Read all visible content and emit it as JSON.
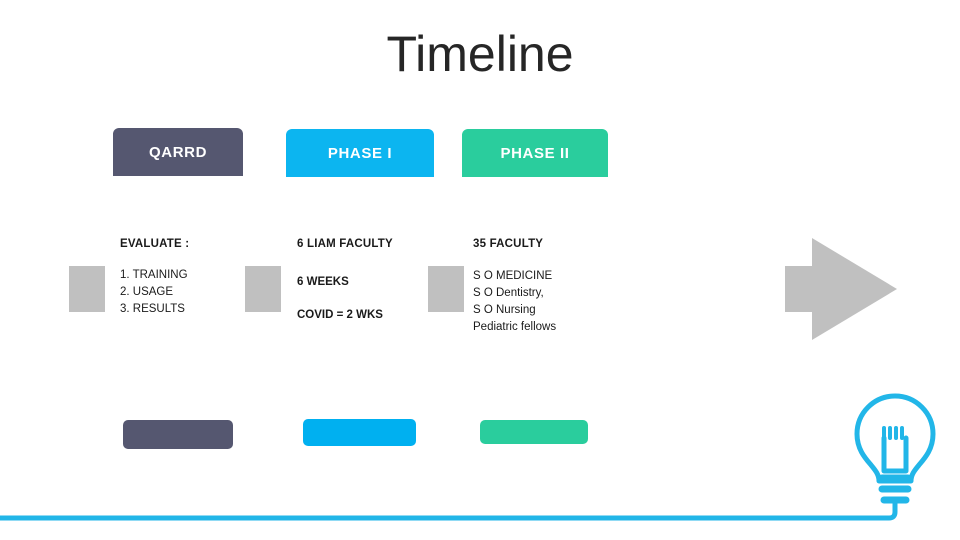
{
  "slide": {
    "title": "Timeline",
    "background_color": "#FFFFFF"
  },
  "colors": {
    "qarrd": "#555770",
    "phase_one": "#0CB5F0",
    "phase_two": "#2ACD9D",
    "arrow_gray": "#C0C0C0",
    "accent_cyan": "#22B6E8",
    "title_text": "#262626",
    "body_text": "#1A1A1A"
  },
  "phases": [
    {
      "label": "QARRD",
      "color": "#555770"
    },
    {
      "label": "PHASE I",
      "color": "#0CB5F0"
    },
    {
      "label": "PHASE II",
      "color": "#2ACD9D"
    }
  ],
  "columns": [
    {
      "heading": "EVALUATE :",
      "heading_bold": true,
      "lines": [
        {
          "text": "1. TRAINING",
          "bold": false
        },
        {
          "text": "2. USAGE",
          "bold": false
        },
        {
          "text": "3. RESULTS",
          "bold": false
        }
      ]
    },
    {
      "heading": "6 LIAM FACULTY",
      "heading_bold": true,
      "lines": [
        {
          "text": "6 WEEKS",
          "bold": true
        },
        {
          "text": "COVID = 2 WKS",
          "bold": true
        }
      ]
    },
    {
      "heading": "35 FACULTY",
      "heading_bold": true,
      "lines": [
        {
          "text": "S O MEDICINE",
          "bold": false
        },
        {
          "text": "S O Dentistry,",
          "bold": false
        },
        {
          "text": "S O Nursing",
          "bold": false
        },
        {
          "text": "Pediatric fellows",
          "bold": false
        }
      ]
    }
  ],
  "footer_bars": [
    {
      "color": "#555770"
    },
    {
      "color": "#00B0F0"
    },
    {
      "color": "#2ACD9D"
    }
  ],
  "decorations": {
    "arrow_icon": "right-arrow-icon",
    "bulb_icon": "lightbulb-icon",
    "wire_icon": "wire-line"
  }
}
